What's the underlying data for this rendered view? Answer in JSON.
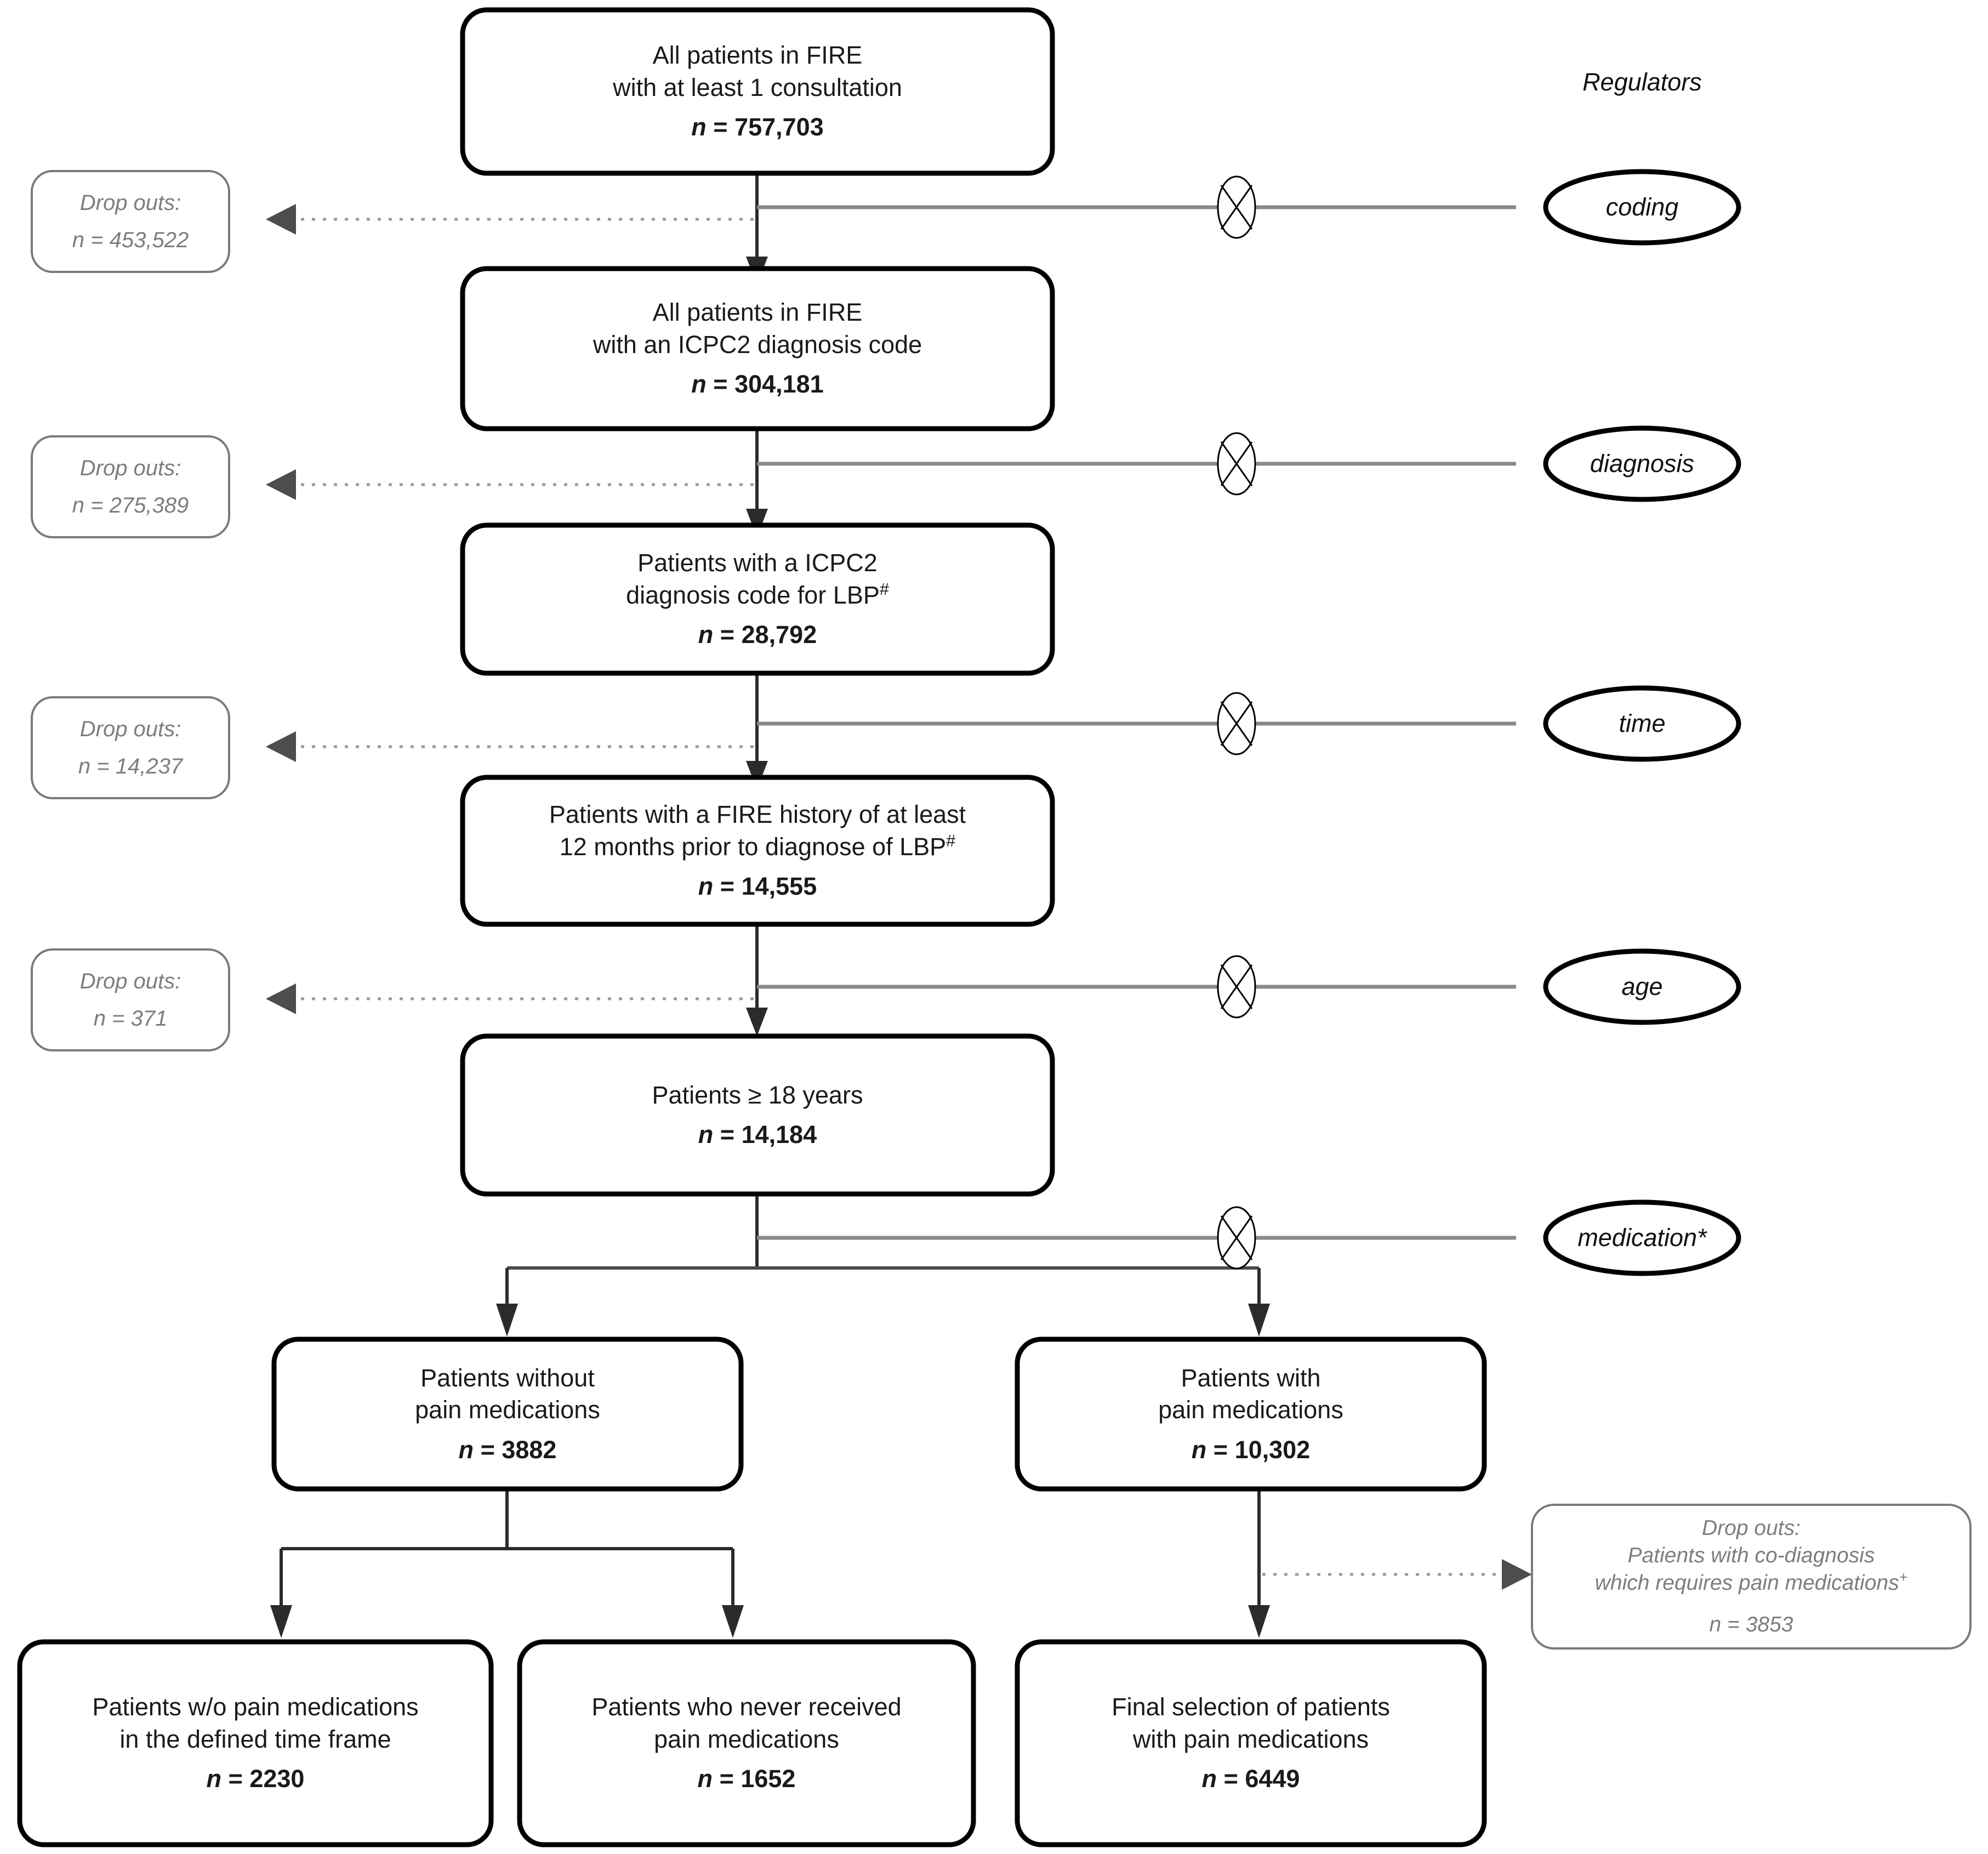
{
  "diagram": {
    "title_label": "Regulators",
    "main_boxes": [
      {
        "id": "all-patients-consultation",
        "line1": "All patients in FIRE",
        "line2": "with at least 1 consultation",
        "n_label": "n",
        "n_value": "= 757,703"
      },
      {
        "id": "all-patients-icpc2",
        "line1": "All patients in FIRE",
        "line2": "with an ICPC2 diagnosis code",
        "n_label": "n",
        "n_value": "= 304,181"
      },
      {
        "id": "patients-lbp-code",
        "line1": "Patients with a ICPC2",
        "line2": "diagnosis code for LBP",
        "line2_sup": "#",
        "n_label": "n",
        "n_value": "= 28,792"
      },
      {
        "id": "patients-history-12-months",
        "line1": "Patients with a FIRE history of at least",
        "line2": "12 months prior to diagnose of LBP",
        "line2_sup": "#",
        "n_label": "n",
        "n_value": "= 14,555"
      },
      {
        "id": "patients-18-years",
        "line1": "Patients ≥ 18 years",
        "line2": "",
        "n_label": "n",
        "n_value": "= 14,184"
      },
      {
        "id": "patients-without-pain-meds",
        "line1": "Patients without",
        "line2": "pain medications",
        "n_label": "n",
        "n_value": "= 3882"
      },
      {
        "id": "patients-with-pain-meds",
        "line1": "Patients with",
        "line2": "pain medications",
        "n_label": "n",
        "n_value": "= 10,302"
      },
      {
        "id": "patients-wo-pain-meds-timeframe",
        "line1": "Patients w/o pain medications",
        "line2": "in the defined time frame",
        "n_label": "n",
        "n_value": "= 2230"
      },
      {
        "id": "patients-never-received",
        "line1": "Patients who never received",
        "line2": "pain medications",
        "n_label": "n",
        "n_value": "= 1652"
      },
      {
        "id": "final-selection",
        "line1": "Final selection of patients",
        "line2": "with pain medications",
        "n_label": "n",
        "n_value": "= 6449"
      }
    ],
    "drop_boxes": [
      {
        "id": "dropout-coding",
        "title": "Drop outs:",
        "n_label": "n",
        "n_value": "= 453,522"
      },
      {
        "id": "dropout-diagnosis",
        "title": "Drop outs:",
        "n_label": "n",
        "n_value": "= 275,389"
      },
      {
        "id": "dropout-time",
        "title": "Drop outs:",
        "n_label": "n",
        "n_value": "= 14,237"
      },
      {
        "id": "dropout-age",
        "title": "Drop outs:",
        "n_label": "n",
        "n_value": "= 371"
      },
      {
        "id": "dropout-co-diagnosis",
        "title": "Drop outs:",
        "line2": "Patients with co-diagnosis",
        "line3": "which requires pain medications",
        "line3_sup": "+",
        "n_label": "n",
        "n_value": "= 3853"
      }
    ],
    "regulators": [
      {
        "id": "regulator-coding",
        "label": "coding"
      },
      {
        "id": "regulator-diagnosis",
        "label": "diagnosis"
      },
      {
        "id": "regulator-time",
        "label": "time"
      },
      {
        "id": "regulator-age",
        "label": "age"
      },
      {
        "id": "regulator-medication",
        "label": "medication*"
      }
    ],
    "colors": {
      "main_stroke": "#000000",
      "drop_stroke": "#7a7a7a",
      "drop_text": "#7d7d7d",
      "flow_line": "#4a4a4a",
      "reg_line": "#8a8a8a",
      "background": "#ffffff"
    }
  }
}
